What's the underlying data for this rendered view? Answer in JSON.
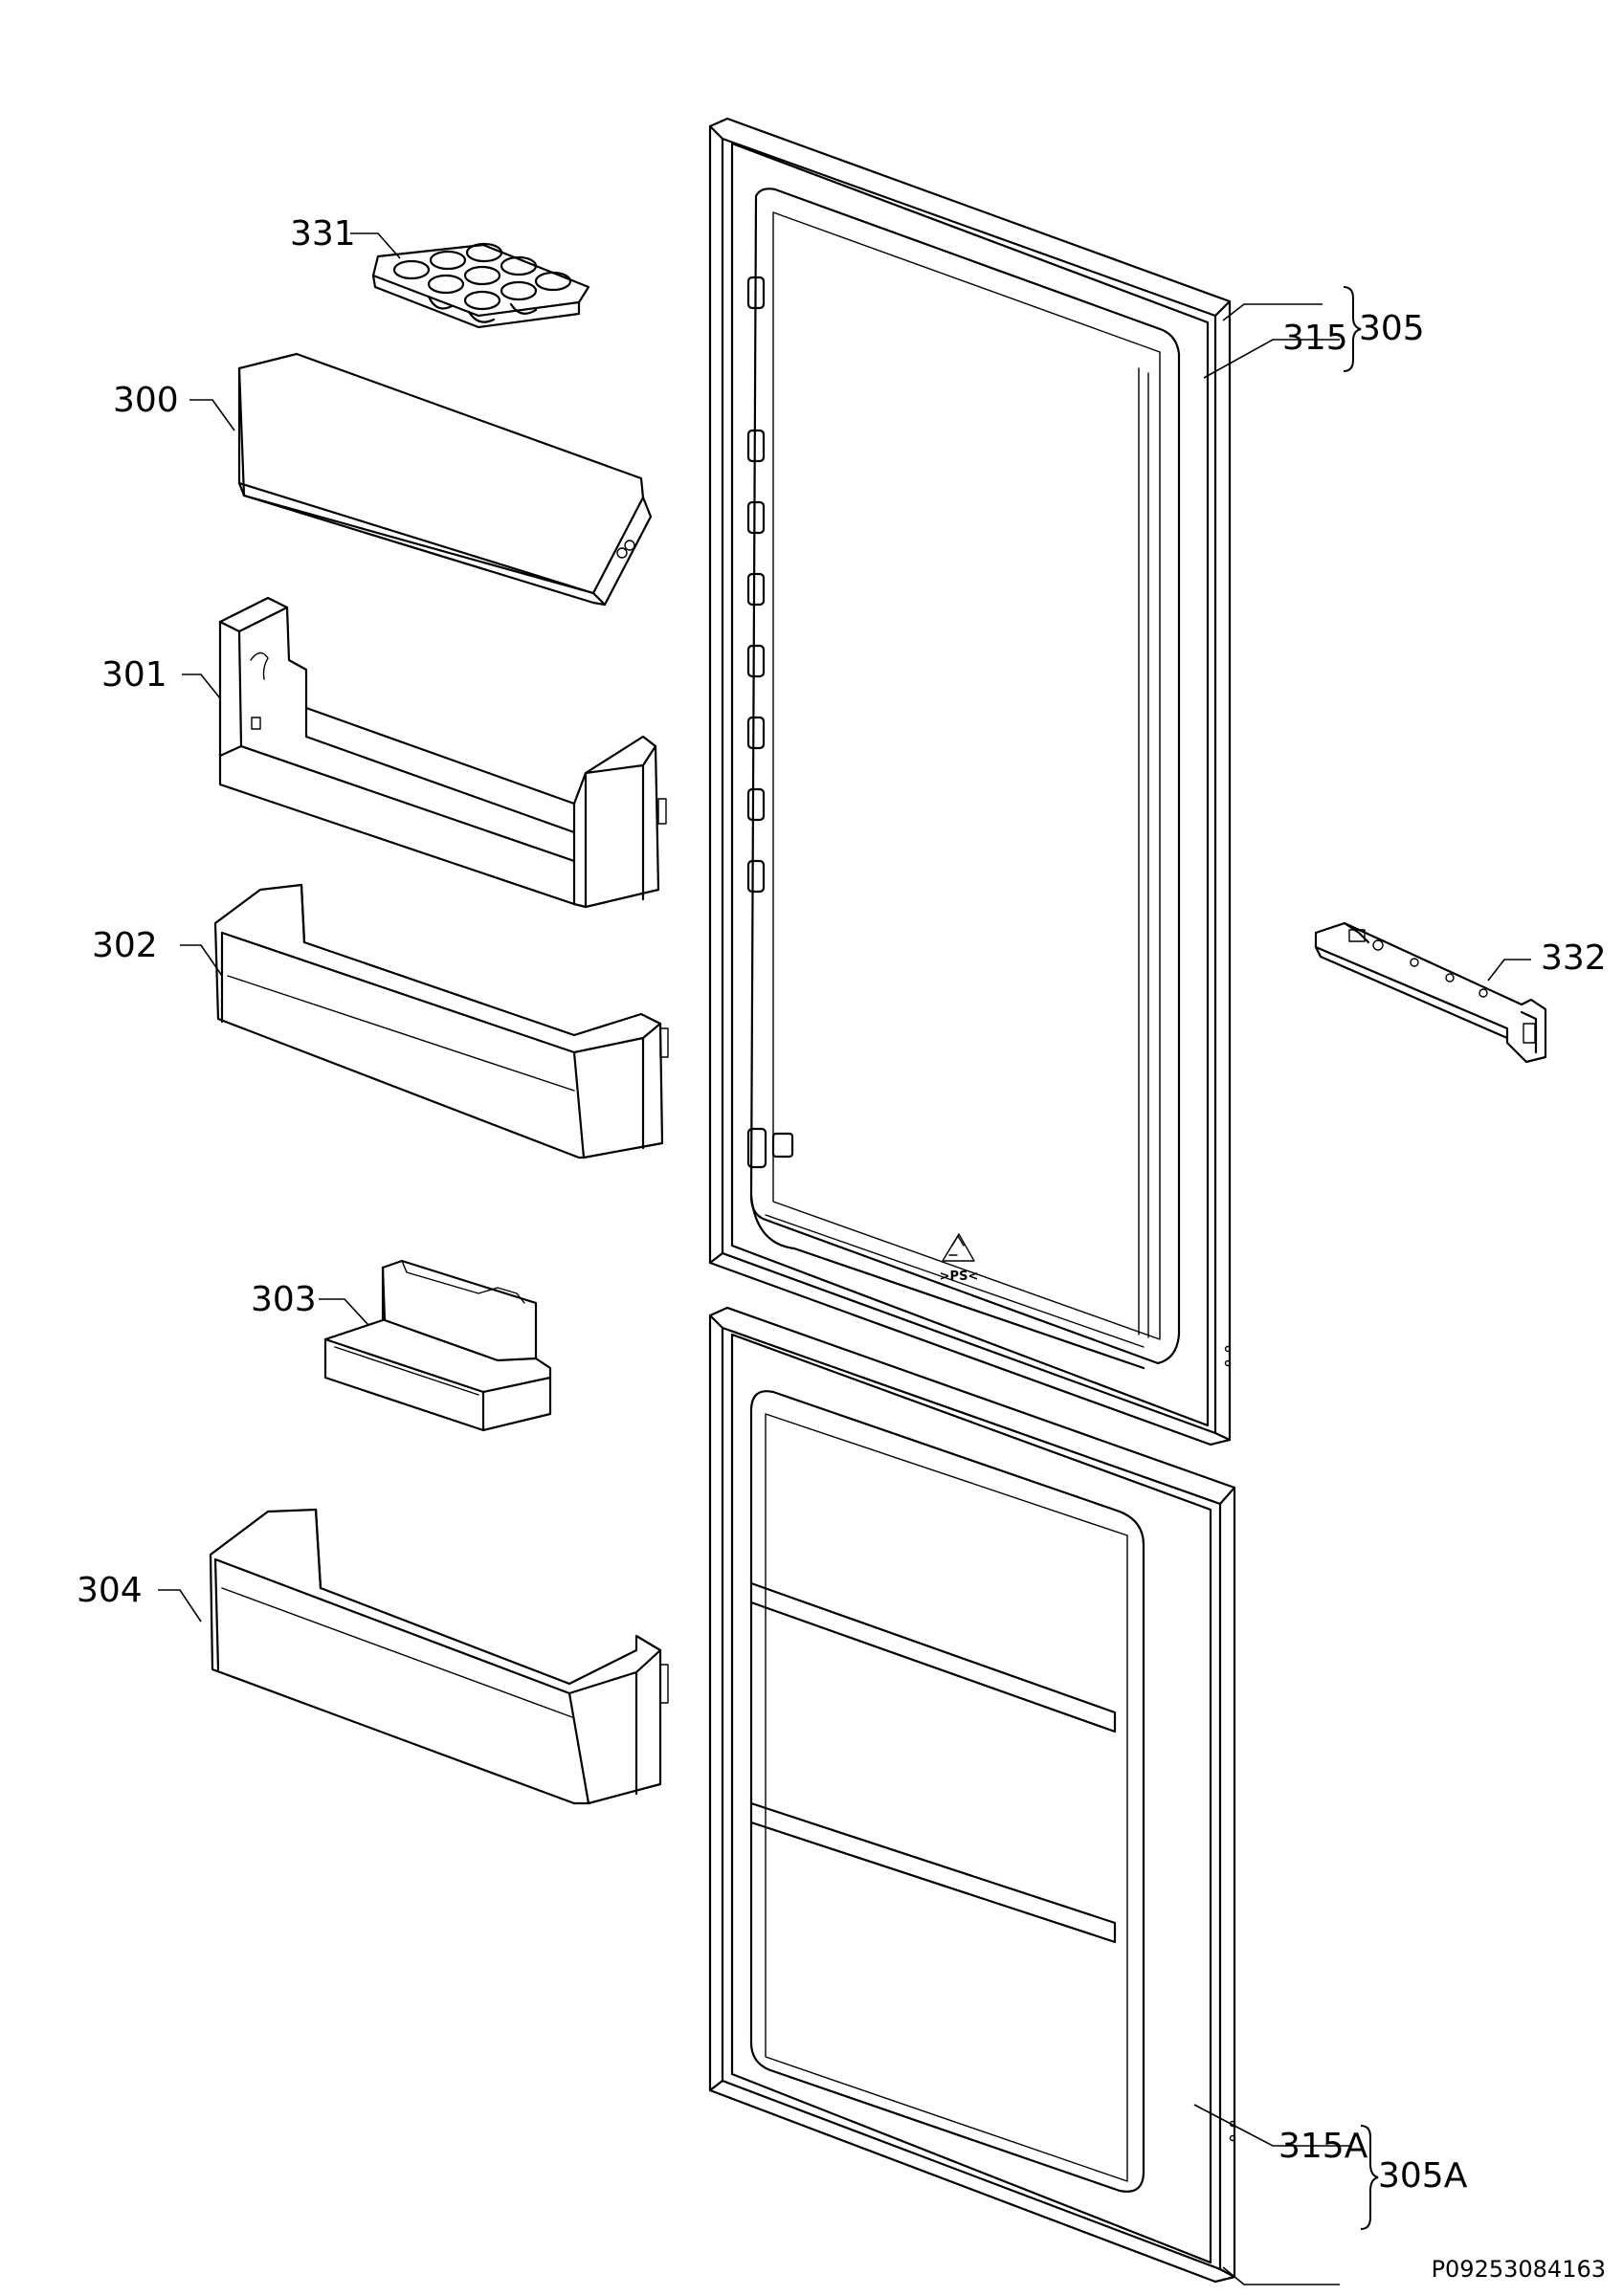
{
  "callouts": {
    "c331": "331",
    "c300": "300",
    "c301": "301",
    "c302": "302",
    "c303": "303",
    "c304": "304",
    "c315": "315",
    "c305": "305",
    "c332": "332",
    "c315A": "315A",
    "c305A": "305A"
  },
  "drawing_number": "P09253084163",
  "recycle_mark": ">PS<"
}
